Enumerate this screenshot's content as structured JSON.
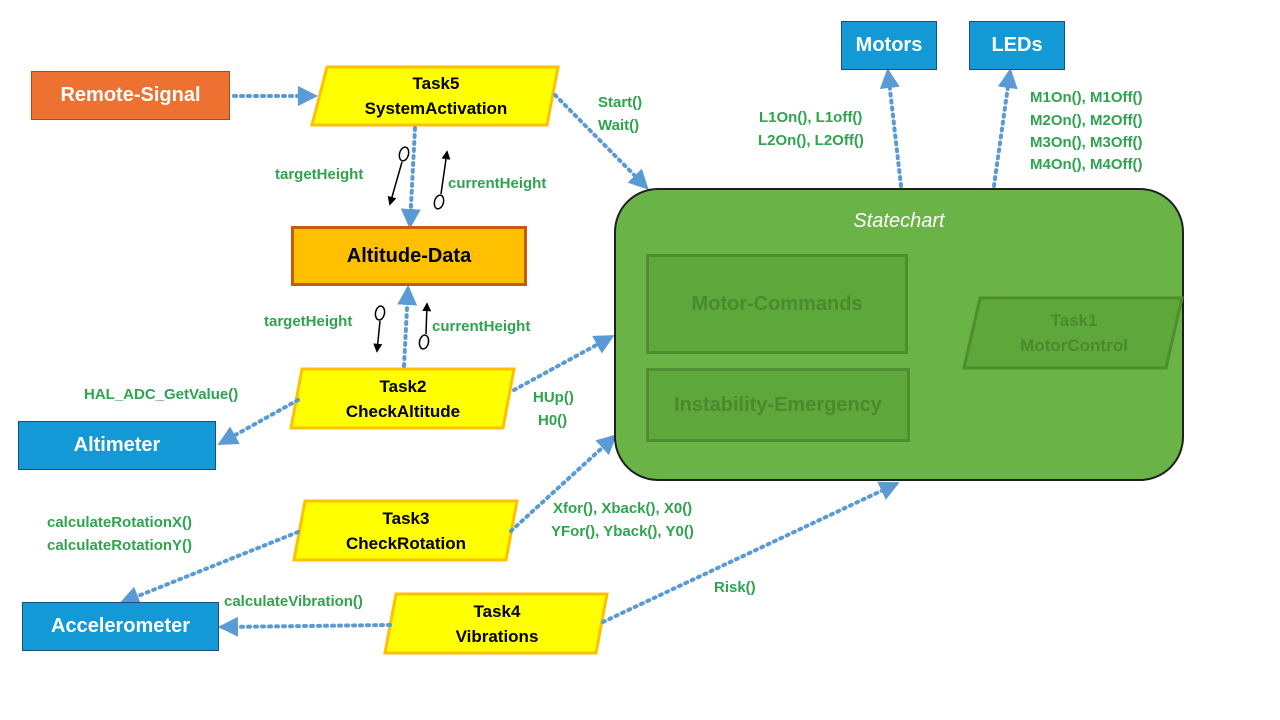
{
  "nodes": {
    "remote_signal": "Remote-Signal",
    "altitude_data": "Altitude-Data",
    "altimeter": "Altimeter",
    "accelerometer": "Accelerometer",
    "motors": "Motors",
    "leds": "LEDs"
  },
  "tasks": {
    "task5": {
      "name": "Task5",
      "desc": "SystemActivation"
    },
    "task2": {
      "name": "Task2",
      "desc": "CheckAltitude"
    },
    "task3": {
      "name": "Task3",
      "desc": "CheckRotation"
    },
    "task4": {
      "name": "Task4",
      "desc": "Vibrations"
    }
  },
  "statechart": {
    "title": "Statechart",
    "motor_commands": "Motor-Commands",
    "instability_emergency": "Instability-Emergency",
    "task1_name": "Task1",
    "task1_desc": "MotorControl"
  },
  "labels": {
    "start": "Start()",
    "wait": "Wait()",
    "target_height_1": "targetHeight",
    "current_height_1": "currentHeight",
    "target_height_2": "targetHeight",
    "current_height_2": "currentHeight",
    "hal_adc": "HAL_ADC_GetValue()",
    "hup": "HUp()",
    "h0": "H0()",
    "calc_rot_x": "calculateRotationX()",
    "calc_rot_y": "calculateRotationY()",
    "xfor": "Xfor(), Xback(), X0()",
    "yfor": "YFor(), Yback(), Y0()",
    "calc_vib": "calculateVibration()",
    "risk": "Risk()",
    "l1": "L1On(), L1off()",
    "l2": "L2On(), L2Off()",
    "m1": "M1On(), M1Off()",
    "m2": "M2On(), M2Off()",
    "m3": "M3On(), M3Off()",
    "m4": "M4On(), M4Off()"
  },
  "colors": {
    "blue_node": "#1399d6",
    "orange_node": "#ed7130",
    "task_fill": "#ffff00",
    "task_border": "#ffc000",
    "statechart_fill": "#6ab346",
    "label_green": "#2ea44f",
    "connector": "#5b9bd5"
  }
}
